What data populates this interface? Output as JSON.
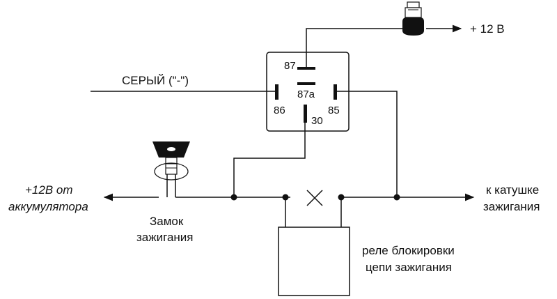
{
  "relay_pins": {
    "p87": "87",
    "p87a": "87a",
    "p86": "86",
    "p85": "85",
    "p30": "30"
  },
  "labels": {
    "plus12v": "+ 12 В",
    "grey_wire": "СЕРЫЙ (\"-\")",
    "battery_line1": "+12В от",
    "battery_line2": "аккумулятора",
    "ignition_lock_line1": "Замок",
    "ignition_lock_line2": "зажигания",
    "coil_line1": "к катушке",
    "coil_line2": "зажигания",
    "block_relay_line1": "реле блокировки",
    "block_relay_line2": "цепи зажигания"
  },
  "colors": {
    "line": "#111111",
    "background": "#ffffff"
  }
}
